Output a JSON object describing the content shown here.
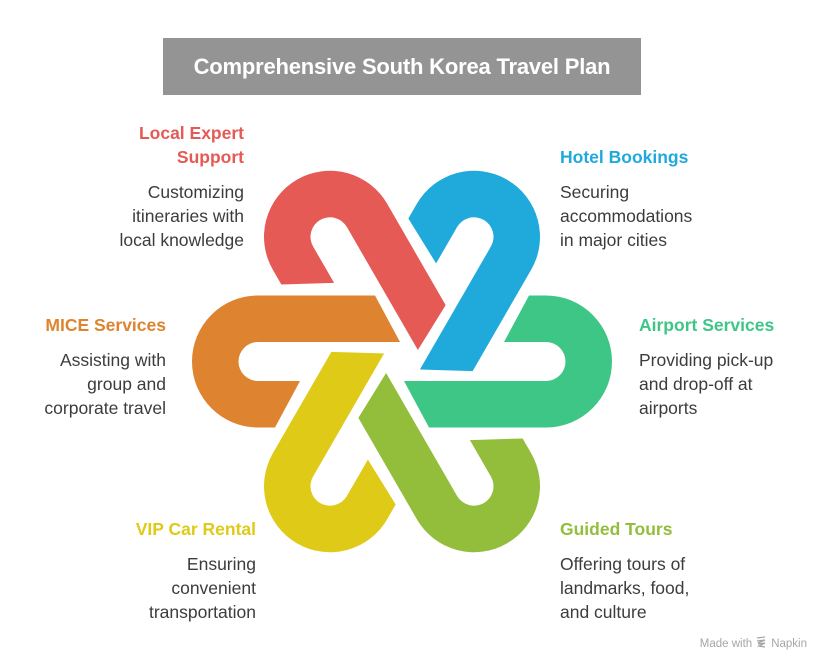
{
  "title": "Comprehensive South Korea Travel Plan",
  "colors": {
    "title_bg": "#949494",
    "red": "#E55A55",
    "blue": "#20AADB",
    "green": "#3EC686",
    "lime": "#93BE3C",
    "yellow": "#DFCB17",
    "orange": "#DE8330",
    "desc_text": "#3C3C3C"
  },
  "items": [
    {
      "id": "local-expert-support",
      "title": "Local Expert Support",
      "title_lines": [
        "Local Expert",
        "Support"
      ],
      "description": "Customizing\nitineraries with\nlocal knowledge",
      "color": "#E55A55",
      "position": "upper-left"
    },
    {
      "id": "hotel-bookings",
      "title": "Hotel Bookings",
      "description": "Securing\naccommodations\nin major cities",
      "color": "#20AADB",
      "position": "upper-right"
    },
    {
      "id": "mice-services",
      "title": "MICE Services",
      "description": "Assisting with\ngroup and\ncorporate travel",
      "color": "#DE8330",
      "position": "left"
    },
    {
      "id": "airport-services",
      "title": "Airport Services",
      "description": "Providing pick-up\nand drop-off at\nairports",
      "color": "#3EC686",
      "position": "right"
    },
    {
      "id": "vip-car-rental",
      "title": "VIP Car Rental",
      "description": "Ensuring\nconvenient\ntransportation",
      "color": "#DFCB17",
      "position": "lower-left"
    },
    {
      "id": "guided-tours",
      "title": "Guided Tours",
      "description": "Offering tours of\nlandmarks, food,\nand culture",
      "color": "#93BE3C",
      "position": "lower-right"
    }
  ],
  "footer": {
    "made_with": "Made with",
    "brand": "Napkin",
    "icon": "napkin-logo-icon"
  }
}
